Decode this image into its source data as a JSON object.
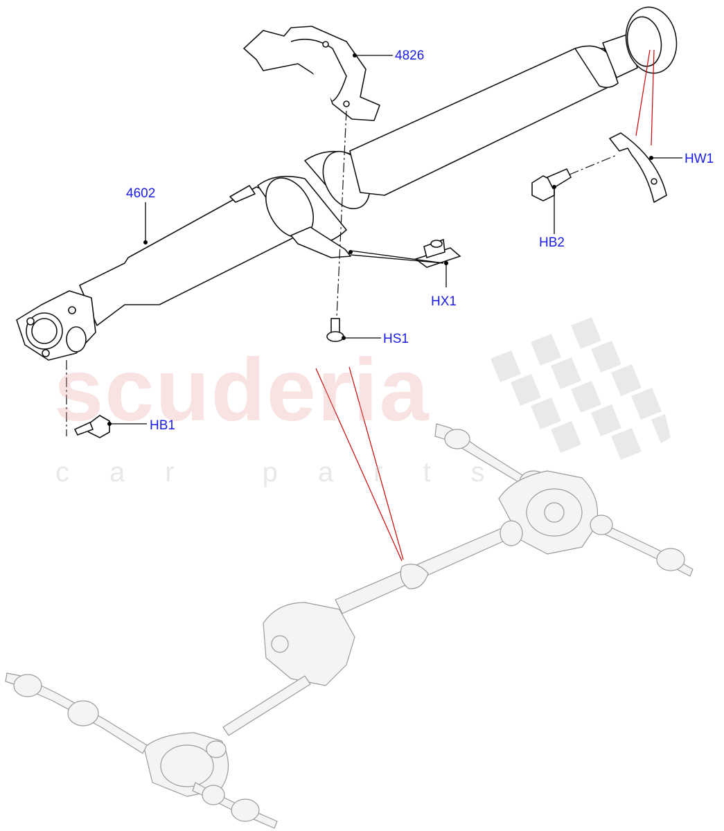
{
  "watermark": {
    "main": "scuderia",
    "sub": "car parts",
    "main_color": "#e79696",
    "sub_color": "#bebebe"
  },
  "callouts": {
    "p4826": "4826",
    "p4602": "4602",
    "hw1": "HW1",
    "hb2": "HB2",
    "hx1": "HX1",
    "hs1": "HS1",
    "hb1": "HB1"
  },
  "colors": {
    "callout_text": "#1a1ae6",
    "leader_line": "#000000",
    "reference_line": "#cc0000",
    "part_outline": "#111111",
    "context_parts": "#9a9a9a"
  }
}
